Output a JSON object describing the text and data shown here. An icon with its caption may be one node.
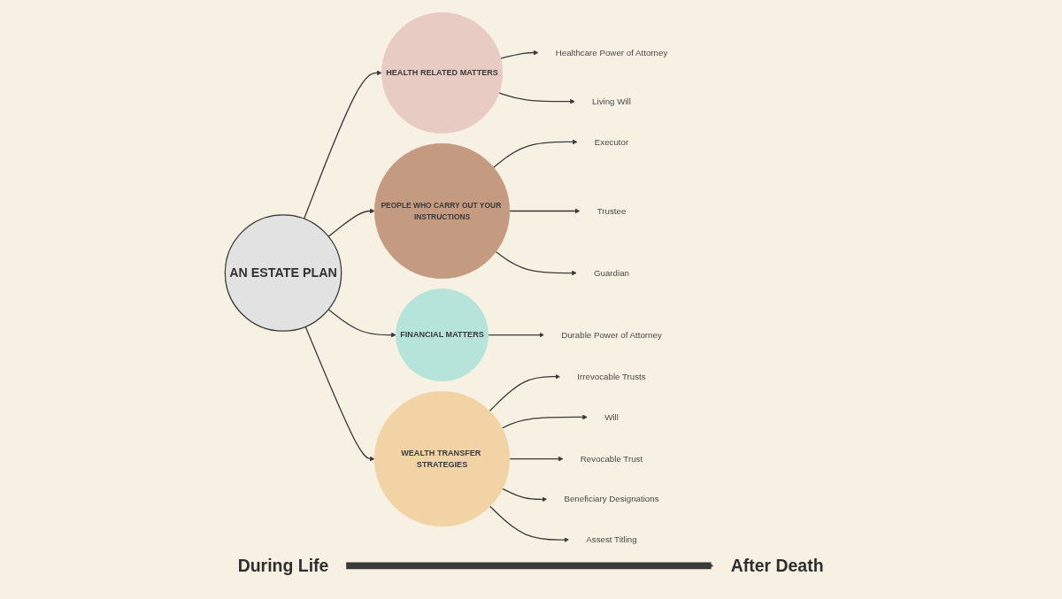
{
  "diagram": {
    "nodes": [
      {
        "text": [
          "AN ESTATE PLAN"
        ]
      },
      {
        "text": [
          "HEALTH RELATED MATTERS"
        ]
      },
      {
        "text": [
          "Healthcare Power of Attorney"
        ]
      },
      {
        "text": [
          "Living Will"
        ]
      },
      {
        "text": [
          "PEOPLE WHO CARRY OUT YOUR INSTRUCTIONS"
        ]
      },
      {
        "text": [
          "Executor"
        ]
      },
      {
        "text": [
          "Trustee"
        ]
      },
      {
        "text": [
          "Guardian"
        ]
      },
      {
        "text": [
          "FINANCIAL MATTERS"
        ]
      },
      {
        "text": [
          "Durable Power of Attorney"
        ]
      },
      {
        "text": [
          "WEALTH TRANSFER STRATEGIES"
        ]
      },
      {
        "text": [
          "Irrevocable Trusts"
        ]
      },
      {
        "text": [
          "Will"
        ]
      },
      {
        "text": [
          "Revocable Trust"
        ]
      },
      {
        "text": [
          "Beneficiary Designations"
        ]
      },
      {
        "text": [
          "Assest Titling"
        ]
      },
      {
        "text": [
          "During Life"
        ]
      },
      {
        "text": [
          "After Death"
        ]
      }
    ],
    "edges": [
      {
        "from": 0,
        "to": 1,
        "arrow": "to"
      },
      {
        "from": 1,
        "to": 2,
        "arrow": "to"
      },
      {
        "from": 1,
        "to": 3,
        "arrow": "to"
      },
      {
        "from": 0,
        "to": 4,
        "arrow": "to"
      },
      {
        "from": 4,
        "to": 5,
        "arrow": "to"
      },
      {
        "from": 4,
        "to": 6,
        "arrow": "to"
      },
      {
        "from": 4,
        "to": 7,
        "arrow": "to"
      },
      {
        "from": 0,
        "to": 8,
        "arrow": "to"
      },
      {
        "from": 8,
        "to": 9,
        "arrow": "to"
      },
      {
        "from": 0,
        "to": 10,
        "arrow": "to"
      },
      {
        "from": 10,
        "to": 11,
        "arrow": "to"
      },
      {
        "from": 10,
        "to": 12,
        "arrow": "to"
      },
      {
        "from": 10,
        "to": 13,
        "arrow": "to"
      },
      {
        "from": 10,
        "to": 14,
        "arrow": "to"
      },
      {
        "from": 10,
        "to": 15,
        "arrow": "to"
      },
      {
        "from": 16,
        "to": 17,
        "arrow": "to",
        "style": "thick"
      }
    ]
  }
}
